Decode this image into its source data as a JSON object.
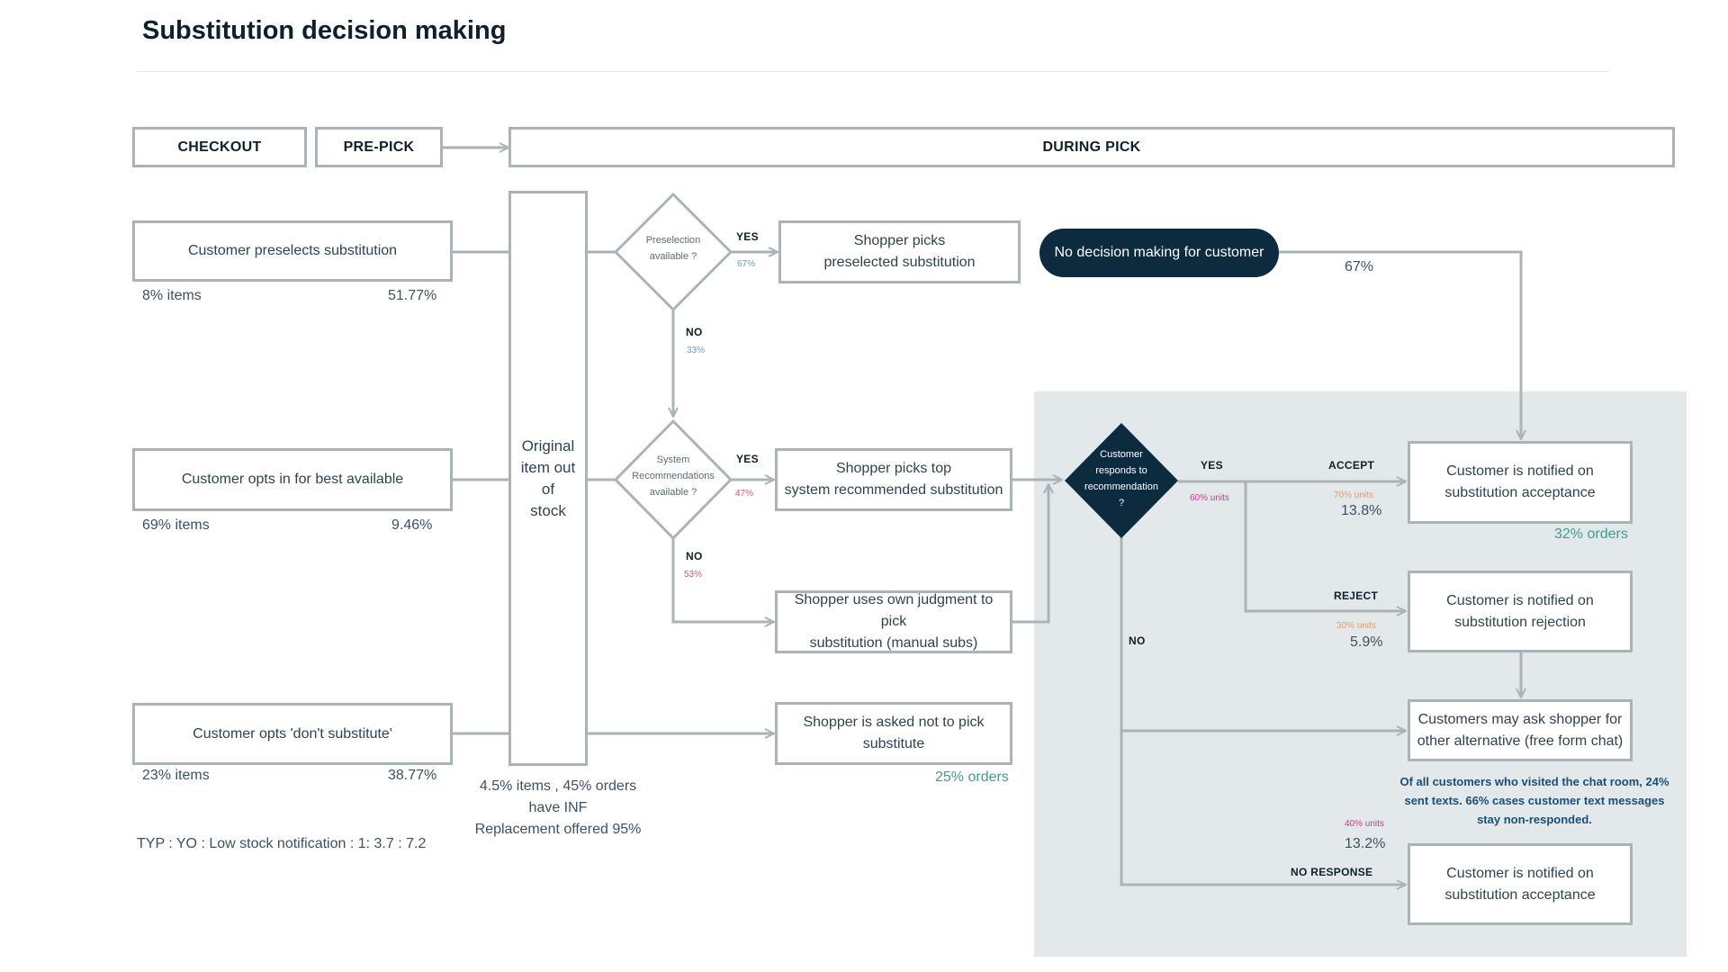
{
  "title": "Substitution decision making",
  "phases": {
    "checkout": "CHECKOUT",
    "prepick": "PRE-PICK",
    "during": "DURING PICK"
  },
  "left": {
    "preselect": {
      "label": "Customer preselects substitution",
      "items": "8% items",
      "pct": "51.77%"
    },
    "best": {
      "label": "Customer opts in for best available",
      "items": "69% items",
      "pct": "9.46%"
    },
    "dont": {
      "label": "Customer opts 'don't substitute'",
      "items": "23% items",
      "pct": "38.77%"
    },
    "ratio": "TYP : YO : Low stock notification : 1: 3.7 : 7.2"
  },
  "oos": {
    "label": "Original\nitem out of\nstock",
    "stat": "4.5% items , 45% orders\nhave INF\nReplacement offered 95%"
  },
  "decisions": {
    "preselection": "Preselection\navailable ?",
    "sysrec": "System\nRecommendations\navailable ?",
    "customer": "Customer\nresponds to\nrecommendation\n?"
  },
  "branch_labels": {
    "yes1": "YES",
    "yes1_pct": "67%",
    "no1": "NO",
    "no1_pct": "33%",
    "yes2": "YES",
    "yes2_pct": "47%",
    "no2": "NO",
    "no2_pct": "53%",
    "yes3": "YES",
    "yes3_pct": "60% units",
    "no3": "NO",
    "accept": "ACCEPT",
    "accept_pct": "70% units",
    "accept_stat": "13.8%",
    "reject": "REJECT",
    "reject_pct": "30% units",
    "reject_stat": "5.9%",
    "noresp": "NO RESPONSE",
    "noresp_pct": "40% units",
    "noresp_stat": "13.2%"
  },
  "actions": {
    "picks_preselected": "Shopper picks\npreselected substitution",
    "no_decision": "No decision making for customer",
    "no_decision_stat": "67%",
    "picks_top": "Shopper picks top\nsystem recommended substitution",
    "own_judgment": "Shopper uses own judgment to pick\nsubstitution (manual subs)",
    "not_pick": "Shopper is asked not to pick\nsubstitute",
    "not_pick_stat": "25% orders"
  },
  "outcomes": {
    "accept": "Customer is notified on\nsubstitution acceptance",
    "accept_orders": "32% orders",
    "reject": "Customer is notified on\nsubstitution rejection",
    "chat": "Customers may ask shopper for\nother alternative (free form chat)",
    "chat_note": "Of all customers who visited the chat room, 24% sent texts. 66% cases customer text messages stay non-responded.",
    "noresp": "Customer is notified on\nsubstitution acceptance"
  },
  "colors": {
    "line": "#aab4b8",
    "dark": "#0d2b3e",
    "panel": "#e3e8eb",
    "teal": "#3e9f8e",
    "note_blue": "#1c4f75"
  }
}
